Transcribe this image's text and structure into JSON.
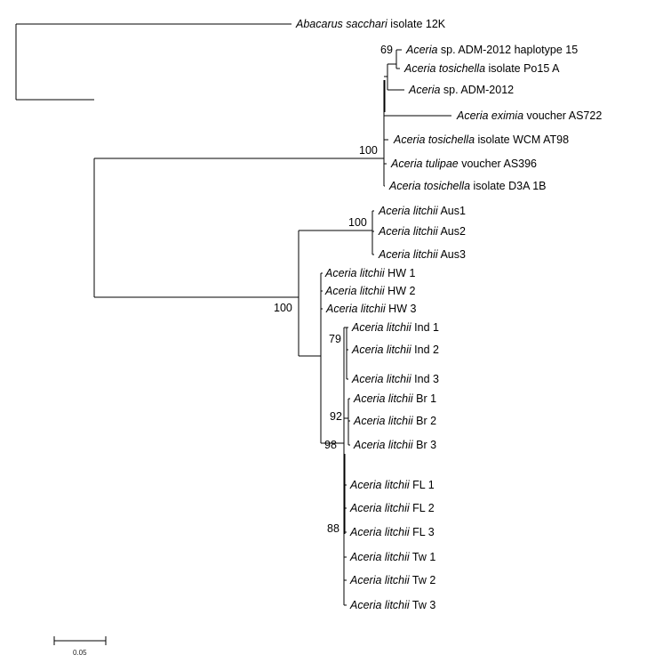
{
  "taxa": [
    {
      "genus": "Abacarus sacchari",
      "rest": " isolate 12K"
    },
    {
      "genus": "Aceria",
      "rest": " sp. ADM-2012  haplotype 15"
    },
    {
      "genus": "Aceria tosichella",
      "rest": " isolate Po15 A"
    },
    {
      "genus": "Aceria",
      "rest": " sp. ADM-2012"
    },
    {
      "genus": "Aceria eximia",
      "rest": " voucher  AS722"
    },
    {
      "genus": "Aceria tosichella",
      "rest": " isolate WCM AT98"
    },
    {
      "genus": "Aceria tulipae",
      "rest": " voucher AS396"
    },
    {
      "genus": "Aceria tosichella",
      "rest": " isolate D3A 1B"
    },
    {
      "genus": "Aceria litchii",
      "rest": " Aus1"
    },
    {
      "genus": "Aceria litchii",
      "rest": " Aus2"
    },
    {
      "genus": "Aceria litchii",
      "rest": " Aus3"
    },
    {
      "genus": "Aceria litchii",
      "rest": " HW 1"
    },
    {
      "genus": "Aceria litchii",
      "rest": " HW 2"
    },
    {
      "genus": "Aceria litchii",
      "rest": " HW 3"
    },
    {
      "genus": "Aceria litchii",
      "rest": " Ind 1"
    },
    {
      "genus": "Aceria litchii",
      "rest": " Ind 2"
    },
    {
      "genus": "Aceria litchii",
      "rest": " Ind 3"
    },
    {
      "genus": "Aceria litchii",
      "rest": " Br 1"
    },
    {
      "genus": "Aceria litchii",
      "rest": " Br 2"
    },
    {
      "genus": "Aceria litchii",
      "rest": " Br 3"
    },
    {
      "genus": "Aceria litchii",
      "rest": " FL 1"
    },
    {
      "genus": "Aceria litchii",
      "rest": " FL 2"
    },
    {
      "genus": "Aceria litchii",
      "rest": " FL 3"
    },
    {
      "genus": "Aceria litchii",
      "rest": " Tw 1"
    },
    {
      "genus": "Aceria litchii",
      "rest": " Tw 2"
    },
    {
      "genus": "Aceria litchii",
      "rest": " Tw 3"
    }
  ],
  "bootstrap": [
    "69",
    "100",
    "100",
    "100",
    "79",
    "92",
    "98",
    "88"
  ],
  "scale_bar": "0.05"
}
